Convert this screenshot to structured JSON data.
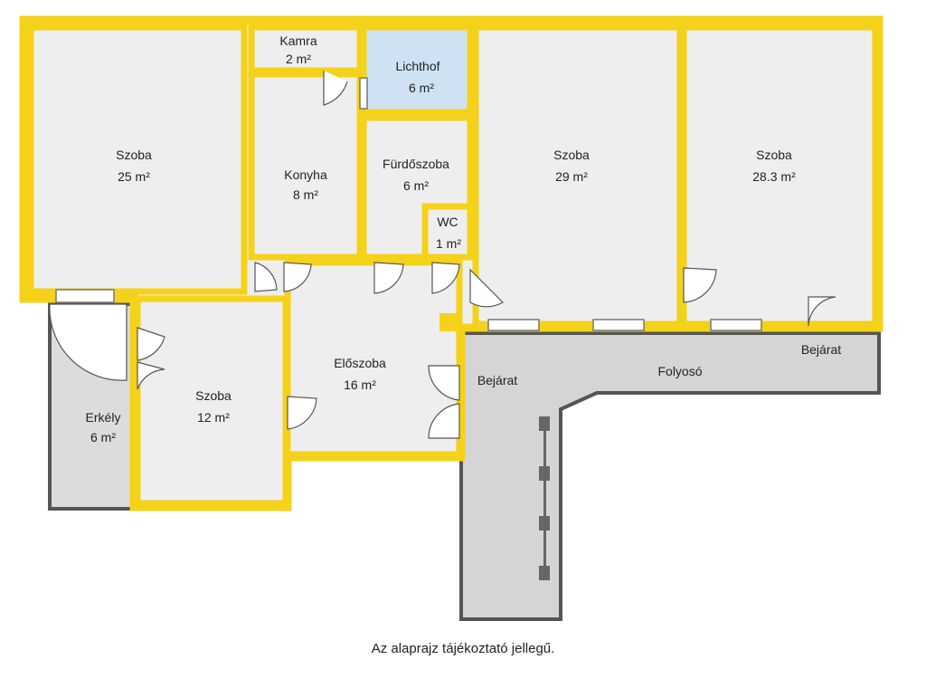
{
  "rooms": {
    "szoba_a": {
      "name": "Szoba",
      "area": "25 m²"
    },
    "kamra": {
      "name": "Kamra",
      "area": "2 m²"
    },
    "lichthof": {
      "name": "Lichthof",
      "area": "6 m²"
    },
    "konyha": {
      "name": "Konyha",
      "area": "8 m²"
    },
    "furdo": {
      "name": "Fürdőszoba",
      "area": "6 m²"
    },
    "wc": {
      "name": "WC",
      "area": "1 m²"
    },
    "szoba_b": {
      "name": "Szoba",
      "area": "29 m²"
    },
    "szoba_c": {
      "name": "Szoba",
      "area": "28.3 m²"
    },
    "eloszoba": {
      "name": "Előszoba",
      "area": "16 m²"
    },
    "szoba_d": {
      "name": "Szoba",
      "area": "12 m²"
    },
    "erkely": {
      "name": "Erkély",
      "area": "6 m²"
    }
  },
  "corridor": {
    "name": "Folyosó",
    "entrance_left": "Bejárat",
    "entrance_right": "Bejárat"
  },
  "caption": "Az alaprajz tájékoztató jellegű.",
  "colors": {
    "wall": "#f5d21a",
    "room_fill": "#eeeeee",
    "lichthof_fill": "#cfe2f3",
    "corridor_fill": "#d5d5d5",
    "corridor_wall": "#555555"
  }
}
